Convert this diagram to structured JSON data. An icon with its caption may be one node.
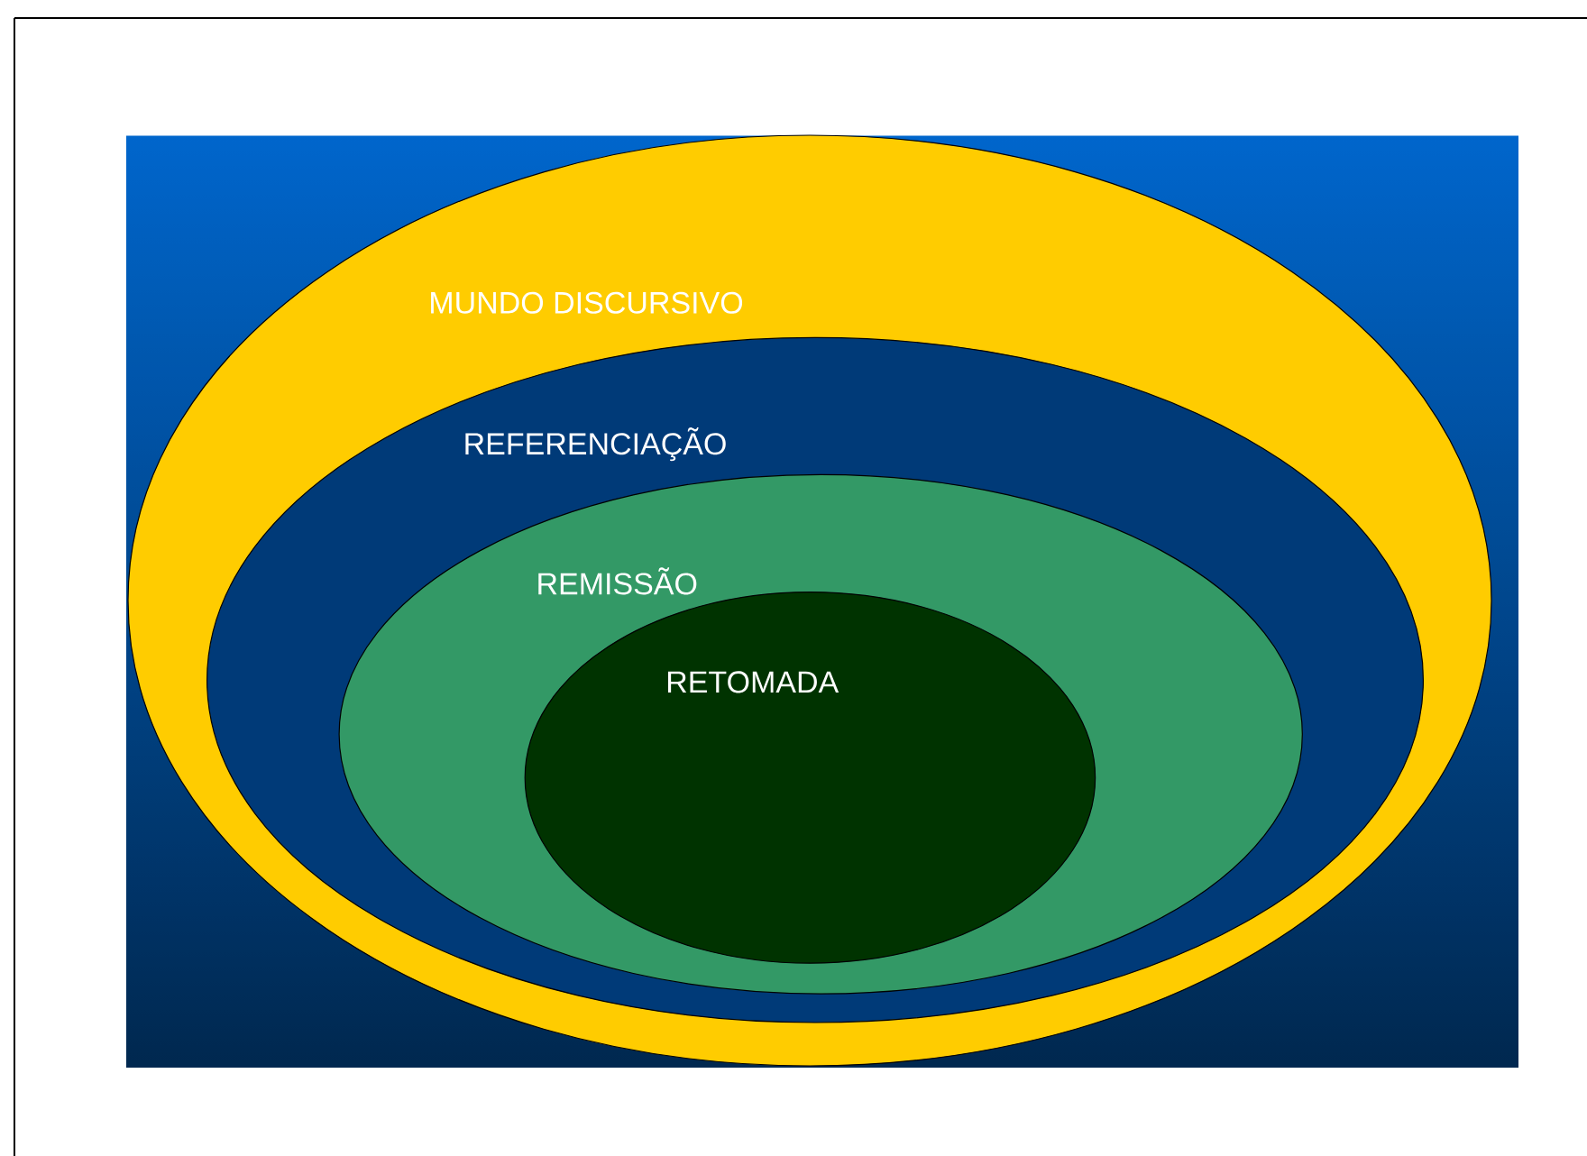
{
  "diagram": {
    "nodes": [
      {
        "text": [
          "MUNDO DISCURSIVO"
        ]
      },
      {
        "text": [
          "REFERENCIAÇÃO"
        ],
        "in": 0
      },
      {
        "text": [
          "REMISSÃO"
        ],
        "in": 1
      },
      {
        "text": [
          "RETOMADA"
        ],
        "in": 2
      }
    ]
  }
}
